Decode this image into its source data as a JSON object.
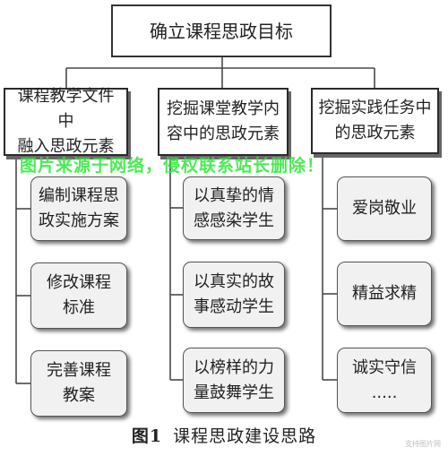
{
  "root": {
    "label": "确立课程思政目标"
  },
  "branches": [
    {
      "label": "课程教学文件中\n融入思政元素",
      "items": [
        "编制课程思\n政实施方案",
        "修改课程\n标准",
        "完善课程\n教案"
      ]
    },
    {
      "label": "挖掘课堂教学内\n容中的思政元素",
      "items": [
        "以真挚的情\n感感染学生",
        "以真实的故\n事感动学生",
        "以榜样的力\n量鼓舞学生"
      ]
    },
    {
      "label": "挖掘实践任务中\n的思政元素",
      "items": [
        "爱岗敬业",
        "精益求精",
        "诚实守信\n....."
      ]
    }
  ],
  "watermark": "图片来源于网络，侵权联系站长删除！",
  "caption": {
    "figure_number": "图1",
    "title": "课程思政建设思路"
  },
  "corner_mark": "支持图片网",
  "colors": {
    "line": "#4a4a4a",
    "leaf_fill": "#f1f1f1",
    "watermark": "#2ee63a"
  }
}
